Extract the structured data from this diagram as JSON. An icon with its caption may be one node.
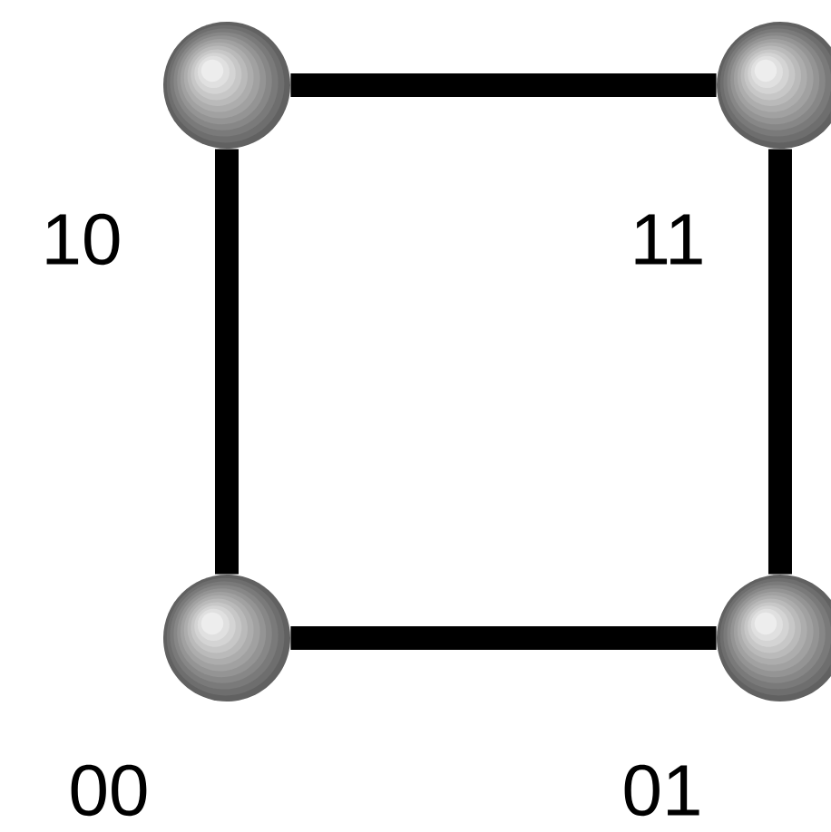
{
  "diagram": {
    "nodes": [
      {
        "text": [],
        "shape": "circle",
        "beside": [
          "10"
        ]
      },
      {
        "text": [],
        "shape": "circle",
        "beside": [
          "11"
        ]
      },
      {
        "text": [],
        "shape": "circle",
        "beside": [
          "00"
        ]
      },
      {
        "text": [],
        "shape": "circle",
        "beside": [
          "01"
        ]
      }
    ],
    "edges": [
      {
        "from": 0,
        "to": 1,
        "arrow": "none"
      },
      {
        "from": 1,
        "to": 3,
        "arrow": "none"
      },
      {
        "from": 2,
        "to": 3,
        "arrow": "none"
      },
      {
        "from": 0,
        "to": 2,
        "arrow": "none"
      }
    ]
  }
}
